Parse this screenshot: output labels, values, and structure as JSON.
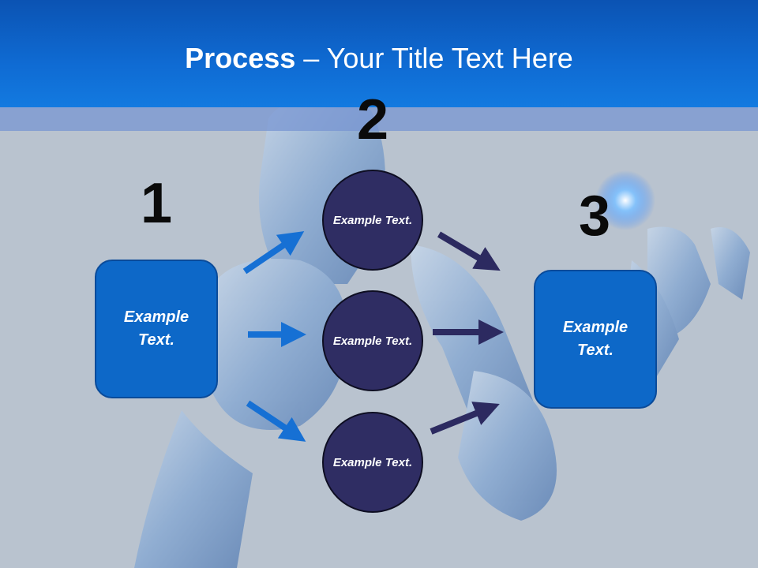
{
  "slide": {
    "title_strong": "Process",
    "title_rest": " – Your Title Text Here"
  },
  "steps": {
    "one": "1",
    "two": "2",
    "three": "3"
  },
  "left_box": {
    "text": "Example Text."
  },
  "circles": [
    {
      "text": "Example Text."
    },
    {
      "text": "Example Text."
    },
    {
      "text": "Example Text."
    }
  ],
  "right_box": {
    "text": "Example Text."
  },
  "colors": {
    "header": "#0f6bd3",
    "box_fill": "#0d68c8",
    "circle_fill": "#2f2d63",
    "arrow_left": "#1670d4",
    "arrow_right": "#2c2a60"
  }
}
